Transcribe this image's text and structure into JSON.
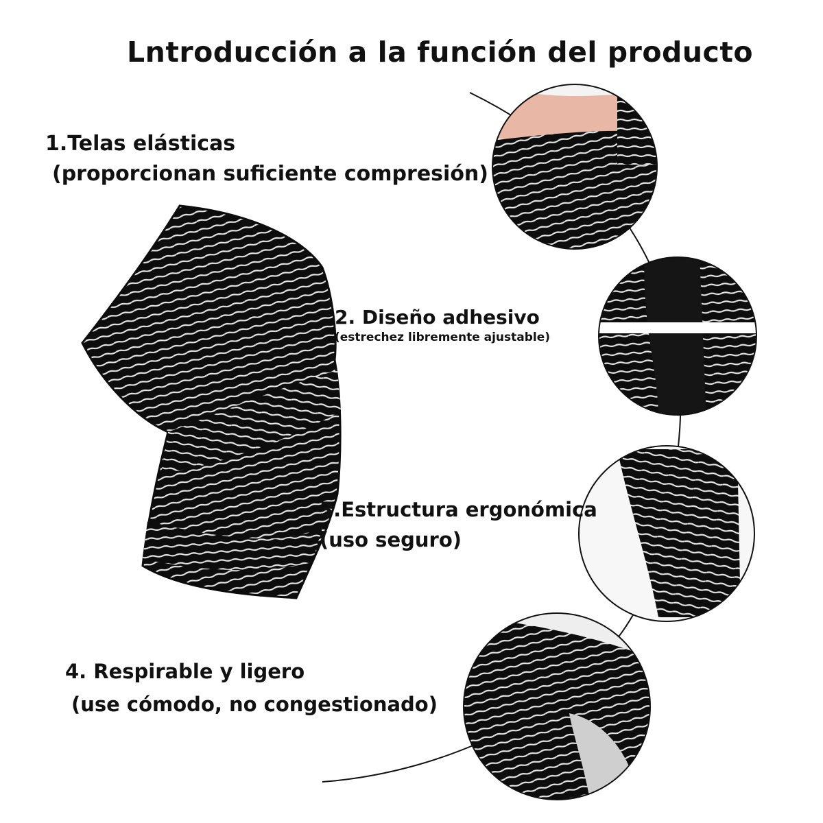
{
  "title": "Lntroducción a la función del producto",
  "features": [
    {
      "title": "1.Telas elásticas",
      "subtitle": "(proporcionan suficiente compresión)"
    },
    {
      "title": "2. Diseño adhesivo",
      "subtitle": "(estrechez libremente ajustable)"
    },
    {
      "title": "3.Estructura ergonómica",
      "subtitle": "(uso seguro)"
    },
    {
      "title": "4. Respirable y ligero",
      "subtitle": "(use cómodo, no congestionado)"
    }
  ],
  "colors": {
    "wrap": "#0d0d0d",
    "stripe": "#e6e6e6",
    "text": "#111111",
    "skin": "#e8b7a6"
  },
  "icons": [
    "knee-wrap-image",
    "thigh-wrap-detail",
    "velcro-closure-detail",
    "elbow-wrap-detail",
    "fabric-roll-detail"
  ]
}
